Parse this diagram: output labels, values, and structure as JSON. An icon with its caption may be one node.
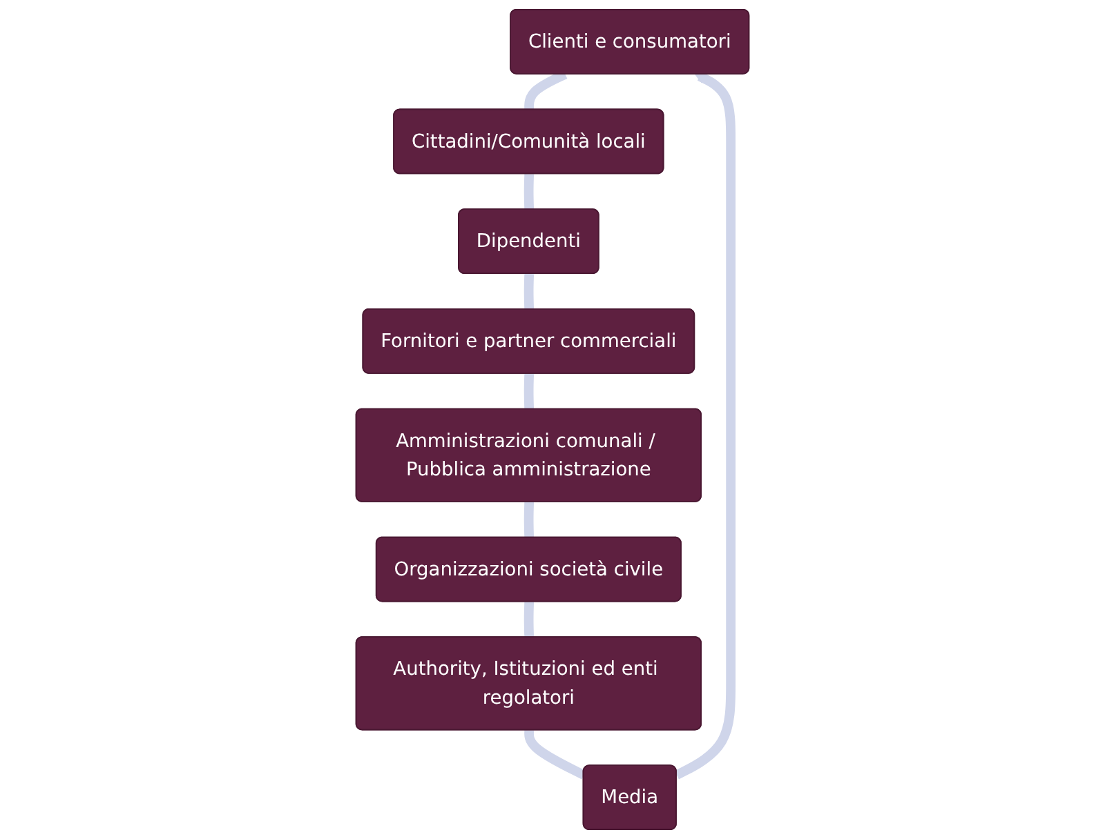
{
  "diagram": {
    "nodes": [
      {
        "text": [
          "Clienti e consumatori"
        ]
      },
      {
        "text": [
          "Cittadini/Comunità locali"
        ]
      },
      {
        "text": [
          "Dipendenti"
        ]
      },
      {
        "text": [
          "Fornitori e partner commerciali"
        ]
      },
      {
        "text": [
          "Amministrazioni comunali / Pubblica amministrazione"
        ]
      },
      {
        "text": [
          "Organizzazioni società civile"
        ]
      },
      {
        "text": [
          "Authority, Istituzioni ed enti regolatori"
        ]
      },
      {
        "text": [
          "Media"
        ]
      }
    ],
    "edges": [
      {
        "from": 0,
        "to": 1,
        "arrow": "none"
      },
      {
        "from": 1,
        "to": 2,
        "arrow": "none"
      },
      {
        "from": 2,
        "to": 3,
        "arrow": "none"
      },
      {
        "from": 3,
        "to": 4,
        "arrow": "none"
      },
      {
        "from": 4,
        "to": 5,
        "arrow": "none"
      },
      {
        "from": 5,
        "to": 6,
        "arrow": "none"
      },
      {
        "from": 6,
        "to": 7,
        "arrow": "none"
      },
      {
        "from": 7,
        "to": 0,
        "arrow": "to"
      }
    ]
  }
}
